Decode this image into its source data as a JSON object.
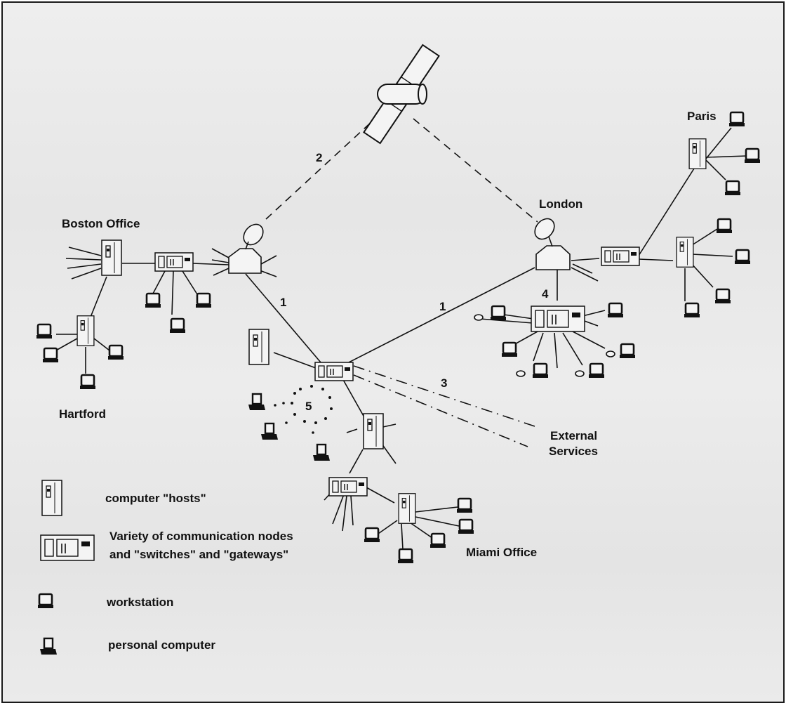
{
  "places": {
    "boston": "Boston Office",
    "hartford": "Hartford",
    "london": "London",
    "paris": "Paris",
    "miami": "Miami Office",
    "external_1": "External",
    "external_2": "Services"
  },
  "link_numbers": {
    "n1a": "1",
    "n1b": "1",
    "n2": "2",
    "n3": "3",
    "n4": "4",
    "n5": "5"
  },
  "legend": {
    "host": "computer \"hosts\"",
    "node_line1": "Variety of communication nodes",
    "node_line2": "and \"switches\" and \"gateways\"",
    "workstation": "workstation",
    "pc": "personal computer"
  },
  "icons": {
    "host": "computer-host-icon",
    "node": "communication-node-icon",
    "workstation": "workstation-icon",
    "pc": "personal-computer-icon",
    "satellite": "satellite-icon",
    "dish": "satellite-dish-icon"
  }
}
